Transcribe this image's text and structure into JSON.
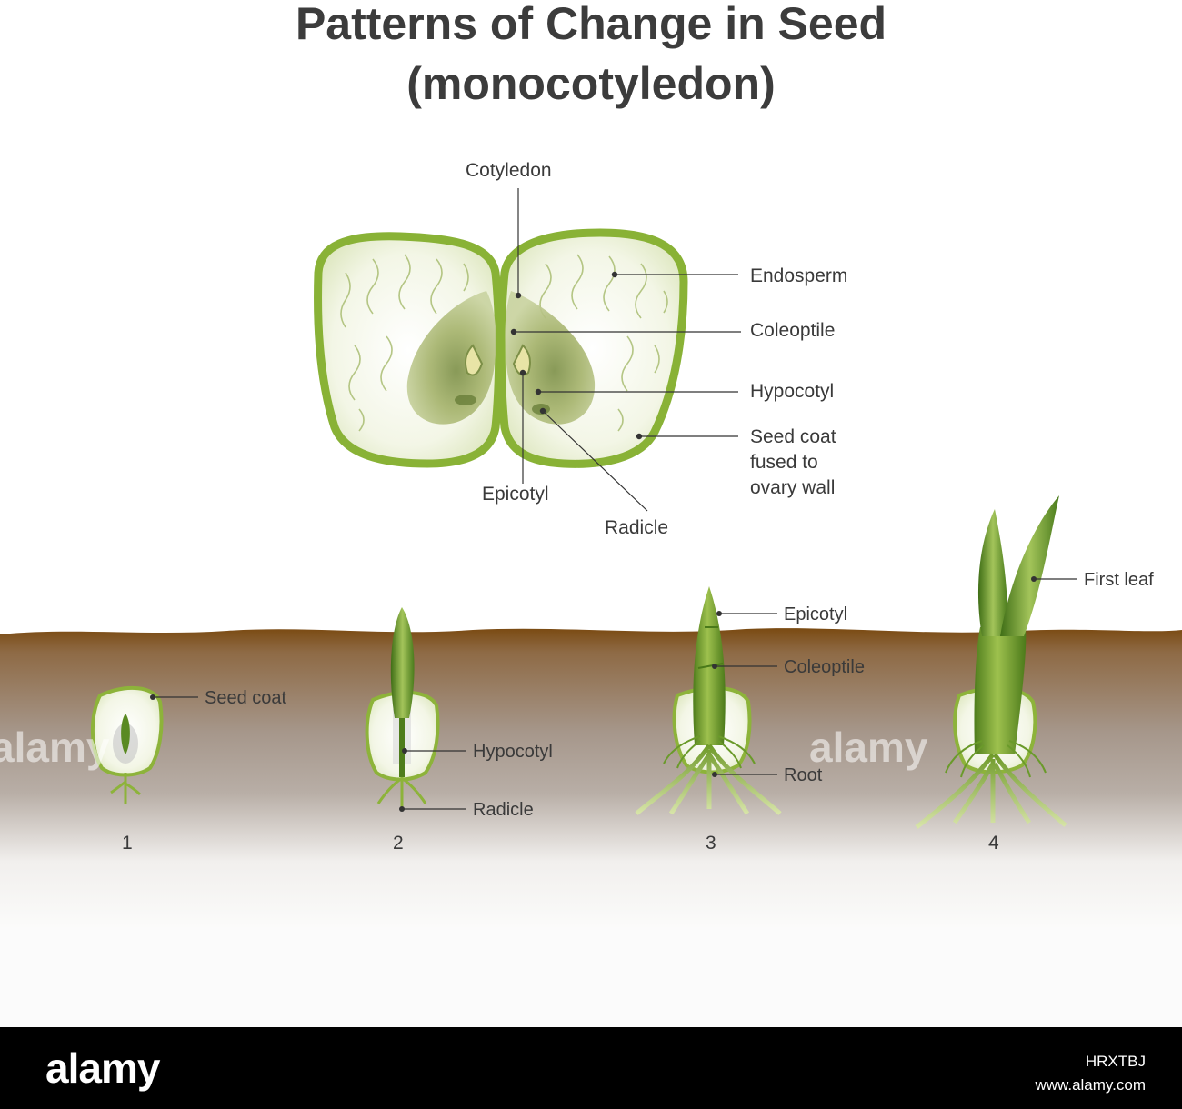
{
  "title": {
    "line1": "Patterns of Change in Seed",
    "line2": "(monocotyledon)"
  },
  "seed_diagram": {
    "labels": {
      "cotyledon": "Cotyledon",
      "endosperm": "Endosperm",
      "coleoptile": "Coleoptile",
      "hypocotyl": "Hypocotyl",
      "seed_coat_l1": "Seed coat",
      "seed_coat_l2": "fused to",
      "seed_coat_l3": "ovary wall",
      "epicotyl": "Epicotyl",
      "radicle": "Radicle"
    }
  },
  "stages": [
    {
      "number": "1",
      "labels": [
        "Seed coat"
      ]
    },
    {
      "number": "2",
      "labels": [
        "Hypocotyl",
        "Radicle"
      ]
    },
    {
      "number": "3",
      "labels": [
        "Epicotyl",
        "Coleoptile",
        "Root"
      ]
    },
    {
      "number": "4",
      "labels": [
        "First leaf"
      ]
    }
  ],
  "watermark": "alamy",
  "footer": {
    "logo": "alamy",
    "image_id": "HRXTBJ",
    "site": "www.alamy.com"
  },
  "colors": {
    "seed_outline": "#8db33a",
    "embryo": "#a8ba6e",
    "soil_top": "#7a4a12",
    "soil_mid": "#a99a8e",
    "plant_green": "#6a9a2a"
  }
}
